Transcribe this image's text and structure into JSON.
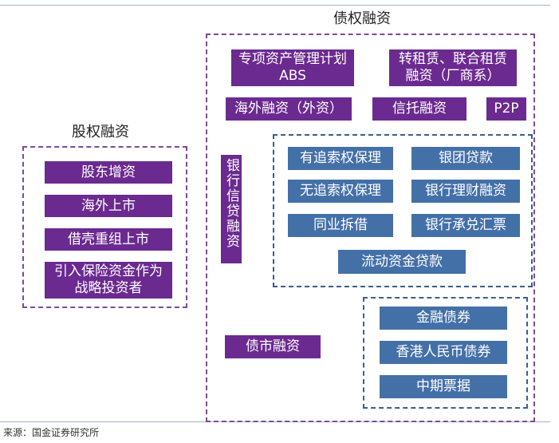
{
  "left": {
    "title": "股权融资",
    "items": [
      "股东增资",
      "海外上市",
      "借壳重组上市",
      "引入保险资金作为战略投资者"
    ]
  },
  "right": {
    "title": "债权融资",
    "top_items": [
      "专项资产管理计划ABS",
      "转租赁、联合租赁融资（厂商系）",
      "海外融资（外资）",
      "信托融资",
      "P2P"
    ],
    "bank_label": "银行信贷融资",
    "bank_items": [
      "有追索权保理",
      "银团贷款",
      "无追索权保理",
      "银行理财融资",
      "同业拆借",
      "银行承兑汇票",
      "流动资金贷款"
    ],
    "bond_label": "债市融资",
    "bond_items": [
      "金融债券",
      "香港人民币债券",
      "中期票据"
    ]
  },
  "source": "来源：国金证券研究所"
}
